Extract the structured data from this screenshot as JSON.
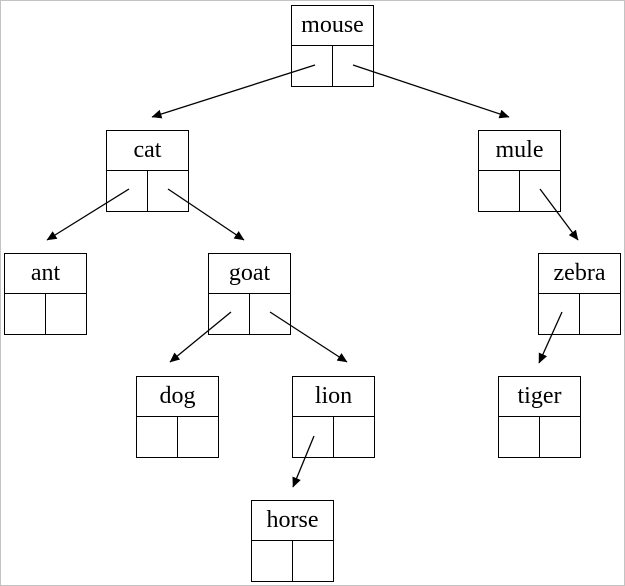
{
  "diagram": {
    "type": "binary-tree",
    "description": "Linked binary tree; each node box has a label section above two pointer cells (left/right); arrows run from pointer cells to child nodes",
    "background_color": "#ffffff",
    "line_color": "#000000",
    "frame_color": "#c3c3c3"
  },
  "nodes": {
    "mouse": {
      "label": "mouse"
    },
    "cat": {
      "label": "cat"
    },
    "mule": {
      "label": "mule"
    },
    "ant": {
      "label": "ant"
    },
    "goat": {
      "label": "goat"
    },
    "zebra": {
      "label": "zebra"
    },
    "dog": {
      "label": "dog"
    },
    "lion": {
      "label": "lion"
    },
    "tiger": {
      "label": "tiger"
    },
    "horse": {
      "label": "horse"
    }
  },
  "edges": [
    {
      "from": "mouse",
      "pointer": "left",
      "to": "cat"
    },
    {
      "from": "mouse",
      "pointer": "right",
      "to": "mule"
    },
    {
      "from": "cat",
      "pointer": "left",
      "to": "ant"
    },
    {
      "from": "cat",
      "pointer": "right",
      "to": "goat"
    },
    {
      "from": "goat",
      "pointer": "left",
      "to": "dog"
    },
    {
      "from": "goat",
      "pointer": "right",
      "to": "lion"
    },
    {
      "from": "lion",
      "pointer": "left",
      "to": "horse"
    },
    {
      "from": "mule",
      "pointer": "right",
      "to": "zebra"
    },
    {
      "from": "zebra",
      "pointer": "left",
      "to": "tiger"
    }
  ]
}
